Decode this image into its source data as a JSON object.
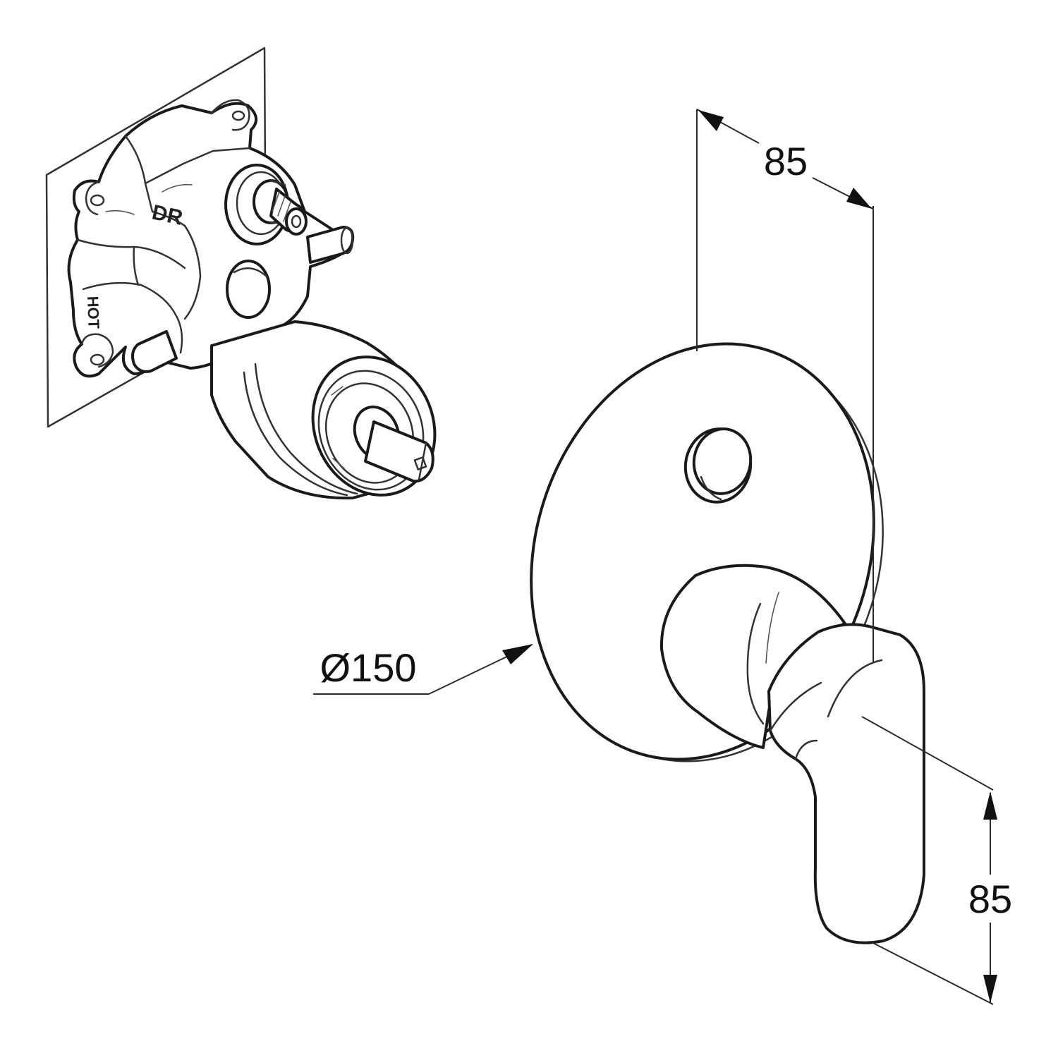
{
  "dimensions": {
    "depth_label": "85",
    "diameter_label": "Ø150",
    "height_label": "85"
  },
  "valve_body": {
    "outlet_stamp": "DR",
    "inlet_stamp": "HOT"
  }
}
